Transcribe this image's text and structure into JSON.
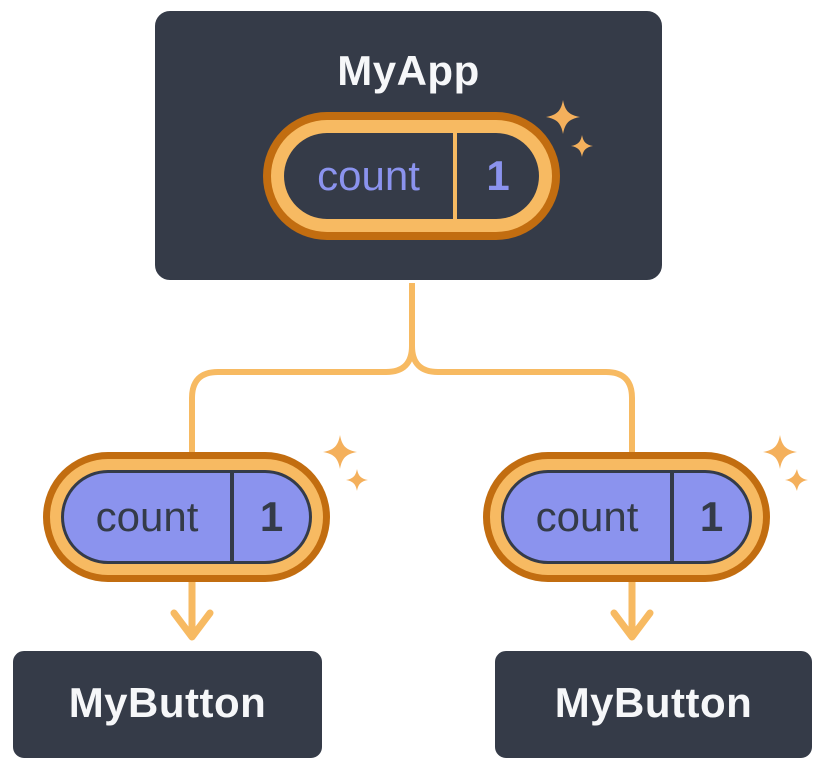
{
  "diagram": {
    "root": {
      "title": "MyApp",
      "pill": {
        "label": "count",
        "value": "1"
      }
    },
    "children": [
      {
        "title": "MyButton",
        "pill": {
          "label": "count",
          "value": "1"
        }
      },
      {
        "title": "MyButton",
        "pill": {
          "label": "count",
          "value": "1"
        }
      }
    ],
    "colors": {
      "background": "#ffffff",
      "node_fill": "#353b48",
      "node_border": "#ffffff",
      "node_text": "#f6f7f9",
      "ring_outer_orange": "#c26d10",
      "ring_inner_orange": "#f7ba62",
      "state_pill_text": "#8b93ee",
      "prop_pill_fill": "#8b93ee",
      "prop_pill_text": "#343b48",
      "connector": "#f7ba62",
      "sparkle": "#f4b05c"
    }
  }
}
